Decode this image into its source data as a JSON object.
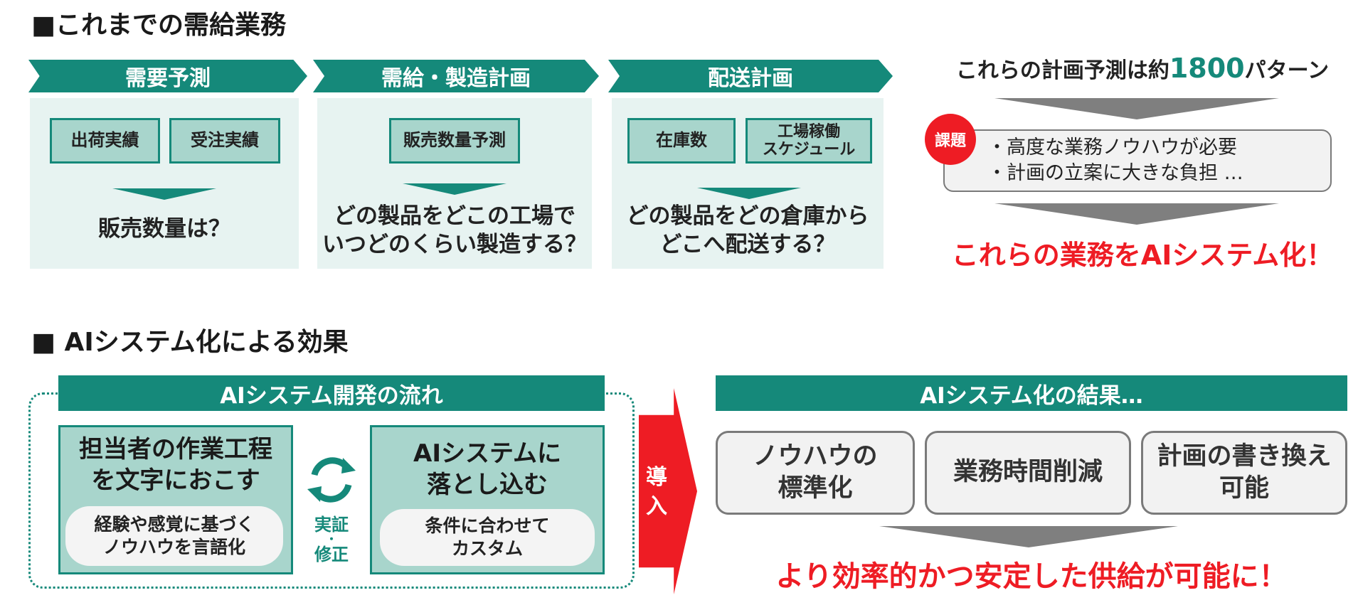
{
  "top": {
    "section_title": "■これまでの需給業務",
    "stages": [
      {
        "label": "需要予測",
        "tags": [
          "出荷実績",
          "受注実績"
        ],
        "question": [
          "販売数量は？"
        ]
      },
      {
        "label": "需給・製造計画",
        "tags": [
          "販売数量予測"
        ],
        "question": [
          "どの製品をどこの工場で",
          "いつどのくらい製造する？"
        ]
      },
      {
        "label": "配送計画",
        "tags": [
          "在庫数",
          "工場稼働\nスケジュール"
        ],
        "question": [
          "どの製品をどの倉庫から",
          "どこへ配送する？"
        ]
      }
    ],
    "patterns": {
      "prefix": "これらの計画予測は約",
      "number": "1800",
      "suffix": "パターン"
    },
    "issue": {
      "badge": "課題",
      "lines": [
        "・高度な業務ノウハウが必要",
        "・計画の立案に大きな負担 …"
      ]
    },
    "conclusion": "これらの業務をAIシステム化！"
  },
  "bottom": {
    "section_title": "■ AIシステム化による効果",
    "flow": {
      "banner": "AIシステム開発の流れ",
      "left": {
        "title": [
          "担当者の作業工程",
          "を文字におこす"
        ],
        "note": [
          "経験や感覚に基づく",
          "ノウハウを言語化"
        ]
      },
      "cycle_label": [
        "実証",
        "・",
        "修正"
      ],
      "right": {
        "title": [
          "AIシステムに",
          "落とし込む"
        ],
        "note": [
          "条件に合わせて",
          "カスタム"
        ]
      }
    },
    "intro_label": [
      "導",
      "入"
    ],
    "result": {
      "banner": "AIシステム化の結果…",
      "boxes": [
        [
          "ノウハウの",
          "標準化"
        ],
        [
          "業務時間削減"
        ],
        [
          "計画の書き換え",
          "可能"
        ]
      ],
      "conclusion": "より効率的かつ安定した供給が可能に！"
    }
  },
  "colors": {
    "teal": "#15897a",
    "light_teal": "#a8d5cc",
    "panel": "#e7f3f1",
    "red": "#ee1c24",
    "grey": "#7f7f7f"
  }
}
